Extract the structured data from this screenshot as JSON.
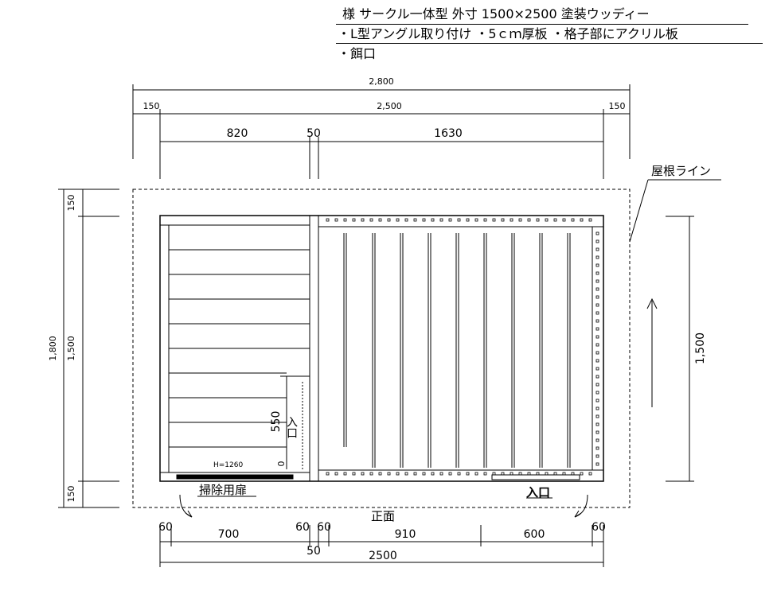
{
  "header": {
    "line1": "様 サークル一体型 外寸 1500×2500 塗装ウッディー",
    "line2": "・L型アングル取り付け ・5ｃｍ厚板 ・格子部にアクリル板",
    "line3": "・餌口"
  },
  "dimensions": {
    "top_total": "2,800",
    "top_left_overhang": "150",
    "top_body": "2,500",
    "top_right_overhang": "150",
    "top_left_room": "820",
    "top_partition": "50",
    "top_right_room": "1630",
    "left_total": "1,800",
    "left_top_overhang": "150",
    "left_body": "1,500",
    "left_bottom_overhang": "150",
    "right_body": "1,500",
    "inner_entry": "550",
    "inner_zero": "0",
    "door_height": "H=1260",
    "bottom_60a": "60",
    "bottom_700": "700",
    "bottom_60b": "60",
    "bottom_60c": "60",
    "bottom_910": "910",
    "bottom_600": "600",
    "bottom_60d": "60",
    "bottom_50": "50",
    "bottom_total": "2500"
  },
  "labels": {
    "roof_line": "屋根ライン",
    "inner_entrance": "入口",
    "front_entrance": "入口",
    "cleaning_door": "掃除用扉",
    "front": "正面"
  }
}
